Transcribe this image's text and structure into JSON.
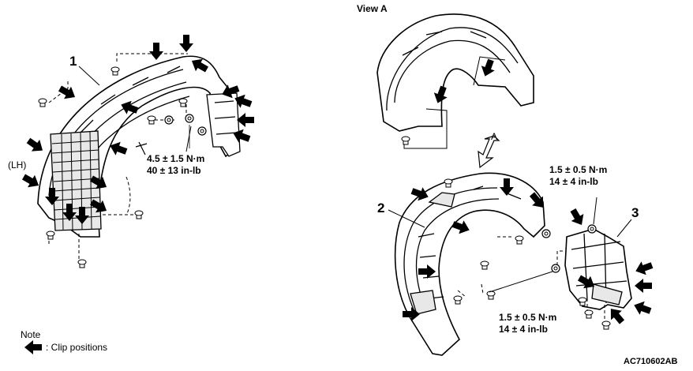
{
  "view_label": "View A",
  "view_arrow_label": "A",
  "side_label": "(LH)",
  "callouts": [
    "1",
    "2",
    "3"
  ],
  "torque_main": {
    "nm": "4.5 ± 1.5 N·m",
    "inlb": "40 ± 13 in-lb"
  },
  "torque_upper": {
    "nm": "1.5 ± 0.5 N·m",
    "inlb": "14 ± 4 in-lb"
  },
  "torque_lower": {
    "nm": "1.5 ± 0.5 N·m",
    "inlb": "14 ± 4 in-lb"
  },
  "note": {
    "title": "Note",
    "legend": ": Clip positions"
  },
  "figure_code": "AC710602AB",
  "colors": {
    "ink": "#000000",
    "fill": "#ffffff",
    "shade": "#d9d9d9"
  }
}
